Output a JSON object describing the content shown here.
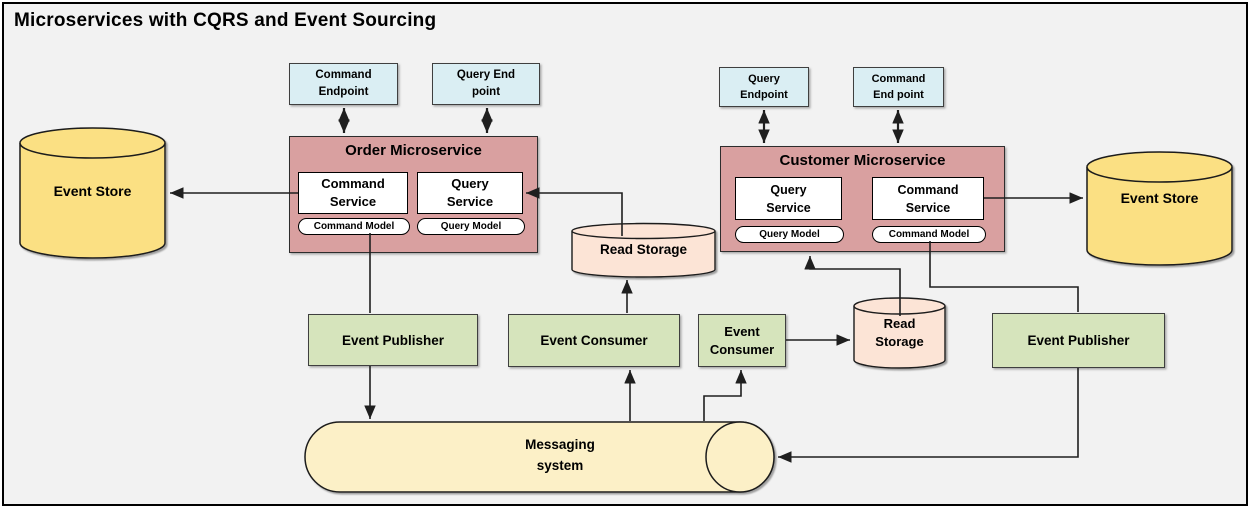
{
  "title": "Microservices with CQRS and Event Sourcing",
  "colors": {
    "background": "#F2F2F2",
    "frame_border": "#000000",
    "microservice_box": "#D9A0A0",
    "endpoint_box": "#DAEEF3",
    "service_box": "#FFFFFF",
    "event_store_cylinder": "#FBE083",
    "read_storage_cylinder": "#FCE4D6",
    "messaging_cylinder": "#FCF0C7",
    "publisher_consumer_box": "#D6E4BC",
    "connector_line": "#1F1F1F"
  },
  "order": {
    "title": "Order Microservice",
    "command_endpoint": {
      "l1": "Command",
      "l2": "Endpoint"
    },
    "query_endpoint": {
      "l1": "Query End",
      "l2": "point"
    },
    "command_service": {
      "l1": "Command",
      "l2": "Service"
    },
    "query_service": {
      "l1": "Query",
      "l2": "Service"
    },
    "command_model": "Command Model",
    "query_model": "Query Model"
  },
  "customer": {
    "title": "Customer Microservice",
    "query_endpoint": {
      "l1": "Query",
      "l2": "Endpoint"
    },
    "command_endpoint": {
      "l1": "Command",
      "l2": "End point"
    },
    "query_service": {
      "l1": "Query",
      "l2": "Service"
    },
    "command_service": {
      "l1": "Command",
      "l2": "Service"
    },
    "query_model": "Query Model",
    "command_model": "Command Model"
  },
  "stores": {
    "event_store_left": "Event Store",
    "event_store_right": "Event Store",
    "read_storage_left": "Read Storage",
    "read_storage_right": {
      "l1": "Read",
      "l2": "Storage"
    }
  },
  "flow": {
    "event_publisher_left": "Event Publisher",
    "event_consumer_left": "Event Consumer",
    "event_consumer_right": {
      "l1": "Event",
      "l2": "Consumer"
    },
    "event_publisher_right": "Event Publisher",
    "messaging": {
      "l1": "Messaging",
      "l2": "system"
    }
  }
}
